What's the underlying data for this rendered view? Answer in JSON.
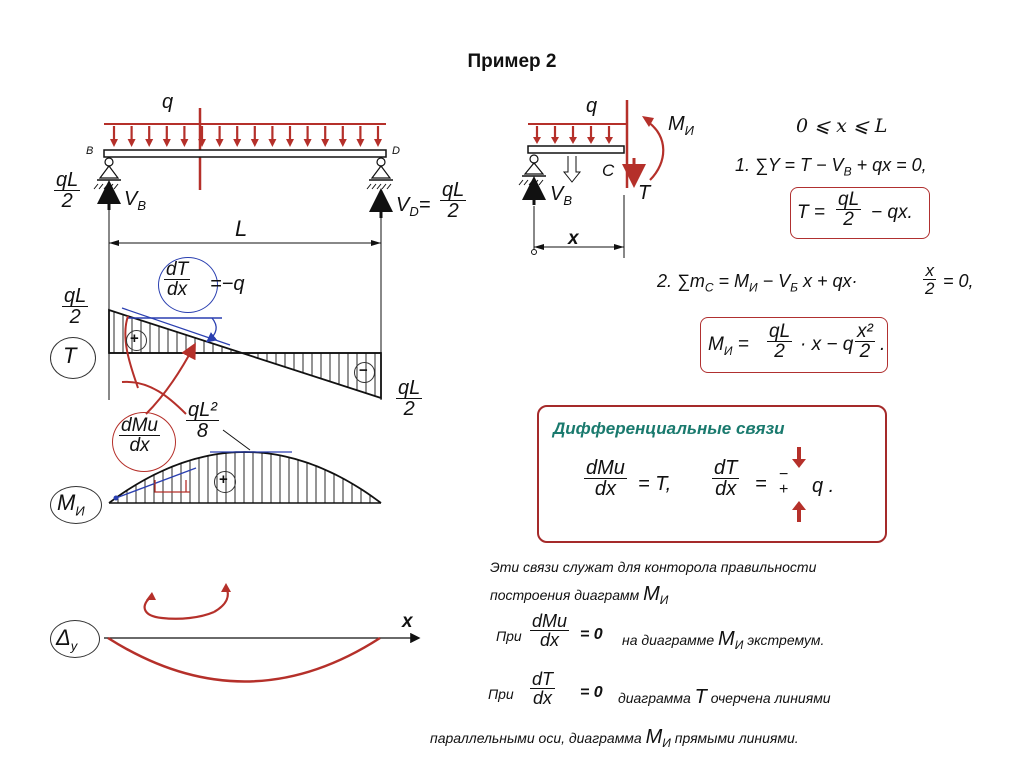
{
  "title": "Пример 2",
  "beam": {
    "q": "q",
    "point_b": "B",
    "point_d": "D",
    "vb": "V",
    "vb_sub": "B",
    "vd": "V",
    "vd_sub": "D",
    "length": "L",
    "reaction_num": "qL",
    "reaction_den": "2",
    "eq": "="
  },
  "shear": {
    "label": "T",
    "left_num": "qL",
    "left_den": "2",
    "right_num": "qL",
    "right_den": "2",
    "slope_num": "dT",
    "slope_den": "dx",
    "slope_rhs": "=−q",
    "plus": "+",
    "minus": "−"
  },
  "moment": {
    "label": "M",
    "label_sub": "И",
    "max_num": "qL²",
    "max_den": "8",
    "slope_num": "dMи",
    "slope_den": "dx",
    "plus": "+"
  },
  "deflection": {
    "label": "Δ",
    "label_sub": "y",
    "axis": "x"
  },
  "section": {
    "q": "q",
    "m": "M",
    "m_sub": "И",
    "c": "C",
    "t": "T",
    "vb": "V",
    "vb_sub": "B",
    "x": "x"
  },
  "equations": {
    "range": "0 ⩽ x ⩽ L",
    "eq1": "1.  ∑Y = T − V",
    "eq1_sub": "B",
    "eq1_end": " + qx = 0,",
    "t_result_lhs": "T =",
    "t_result_num": "qL",
    "t_result_den": "2",
    "t_result_rhs": "− qx.",
    "eq2": "2.  ∑m",
    "eq2_sub": "C",
    "eq2_mid": " = M",
    "eq2_mid_sub": "И",
    "eq2_rest": " − V",
    "eq2_rest_sub": "Б",
    "eq2_tail": " x + qx·",
    "eq2_frac_num": "x",
    "eq2_frac_den": "2",
    "eq2_end": " = 0,",
    "m_result_lhs": "M",
    "m_result_lhs_sub": "И",
    "m_result_eq": " =",
    "m_result_num": "qL",
    "m_result_den": "2",
    "m_result_mid": "· x − q",
    "m_result_num2": "x²",
    "m_result_den2": "2",
    "m_result_end": "."
  },
  "diff": {
    "heading": "Дифференциальные связи",
    "f1_num": "dMи",
    "f1_den": "dx",
    "f1_rhs": "= T,",
    "f2_num": "dT",
    "f2_den": "dx",
    "f2_eq": "=",
    "f2_sign": "−",
    "f2_sign2": "+",
    "f2_rhs": "q ."
  },
  "notes": {
    "line1": "Эти связи служат для конторола правильности",
    "line2": "построения диаграмм",
    "line2_m": "M",
    "line2_m_sub": "И",
    "line3_pre": "При",
    "line3_num": "dMи",
    "line3_den": "dx",
    "line3_mid": "= 0",
    "line3_text": " на диаграмме ",
    "line3_m": "M",
    "line3_m_sub": "И",
    "line3_end": " экстремум.",
    "line4_pre": "При",
    "line4_num": "dT",
    "line4_den": "dx",
    "line4_mid": "= 0",
    "line4_text": " диаграмма ",
    "line4_t": "T",
    "line4_end": "  очерчена линиями",
    "line5": "параллельными оси, диаграмма",
    "line5_m": "M",
    "line5_m_sub": "И",
    "line5_end": " прямыми линиями."
  },
  "colors": {
    "load": "#b5302a",
    "ink": "#111111",
    "blue": "#2a3fb0",
    "teal": "#1a7a6e",
    "frame": "#a52a2a"
  }
}
